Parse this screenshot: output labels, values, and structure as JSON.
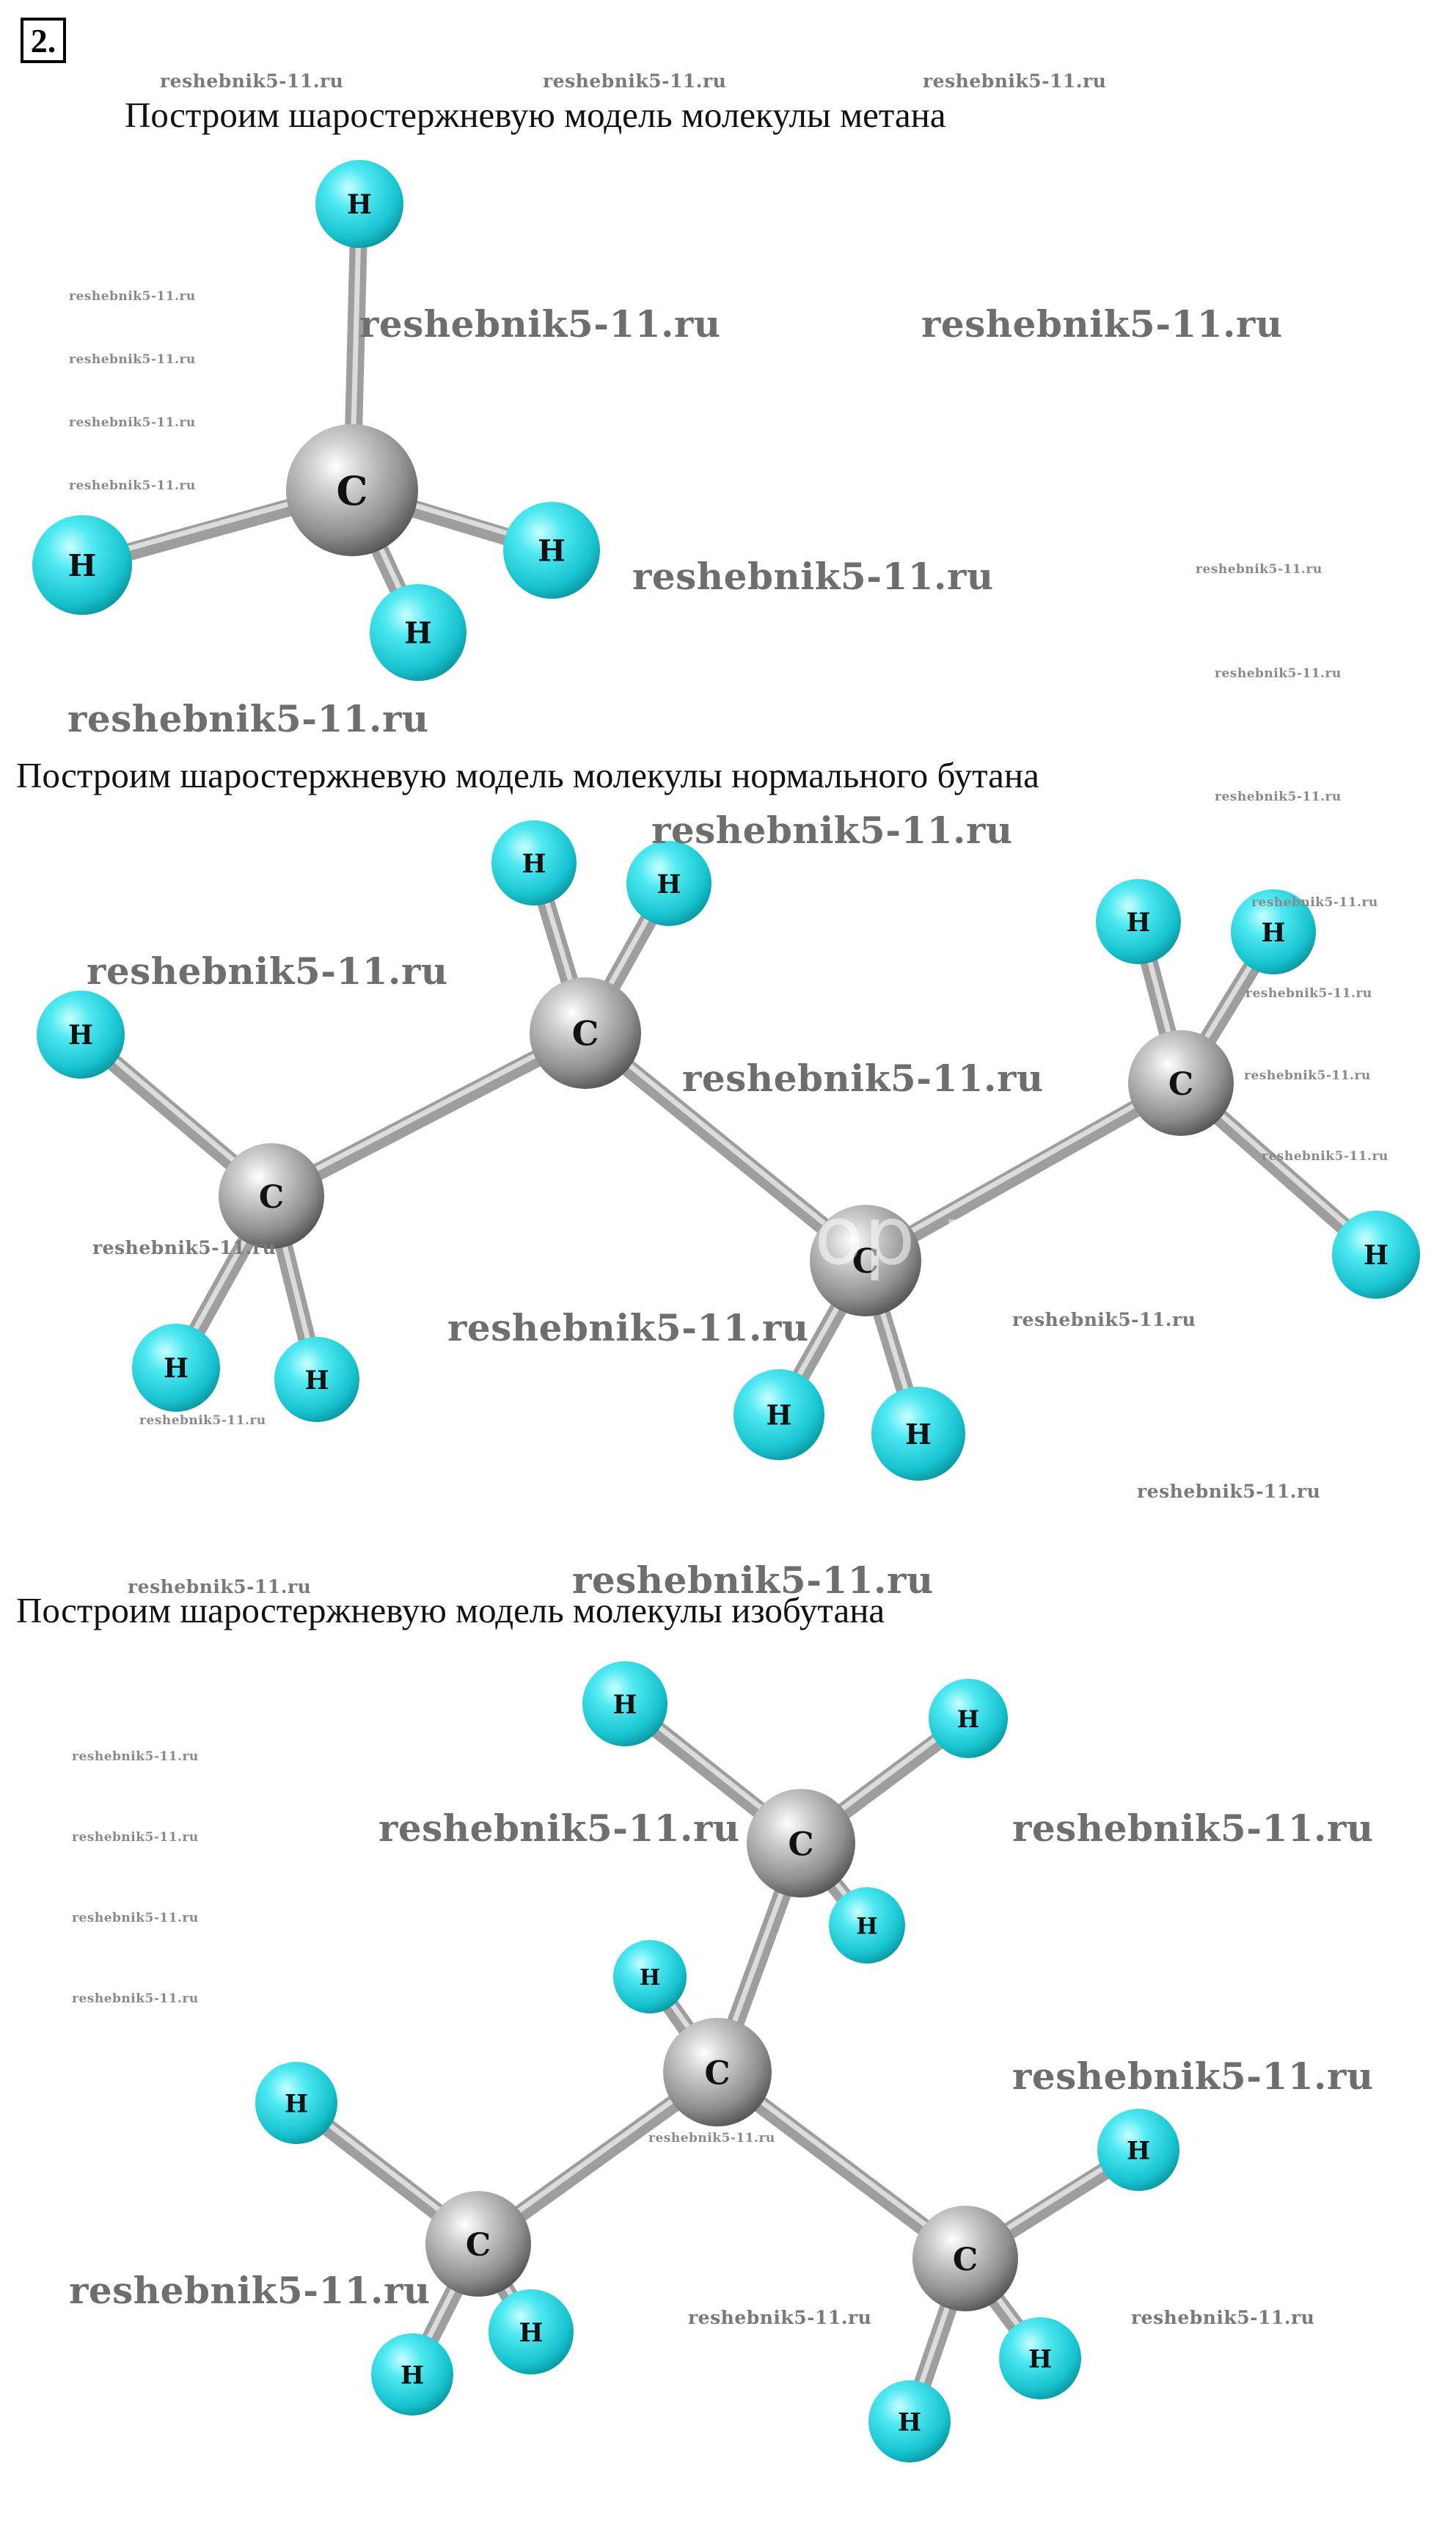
{
  "task_number": "2.",
  "captions": {
    "methane": "Построим шаростержневую модель молекулы метана",
    "butane": "Построим шаростержневую модель молекулы нормального бутана",
    "isobutane": "Построим шаростержневую модель молекулы изобутана"
  },
  "watermark": "reshebnik5-11.ru",
  "partial_watermark": "op.r",
  "atom_symbols": {
    "carbon": "C",
    "hydrogen": "H"
  },
  "colors": {
    "carbon": "#9a9a9a",
    "hydrogen": "#2ad6e2",
    "bond": "#a8a8a8"
  }
}
